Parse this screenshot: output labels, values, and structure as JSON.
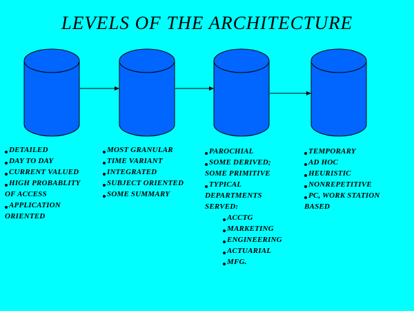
{
  "title": "LEVELS OF THE ARCHITECTURE",
  "colors": {
    "background": "#00ffff",
    "cylinder_fill": "#0066ff",
    "cylinder_stroke": "#000000",
    "arrow": "#000000"
  },
  "levels": [
    {
      "items": [
        "DETAILED",
        "DAY TO DAY",
        "CURRENT VALUED",
        "HIGH PROBABLITY",
        "OF ACCESS",
        "APPLICATION",
        "ORIENTED"
      ]
    },
    {
      "items": [
        "MOST GRANULAR",
        "TIME VARIANT",
        "INTEGRATED",
        "SUBJECT ORIENTED",
        "SOME SUMMARY"
      ]
    },
    {
      "items": [
        "PAROCHIAL",
        "SOME DERIVED;",
        "SOME PRIMITIVE",
        "TYPICAL",
        "DEPARTMENTS",
        "SERVED:",
        "ACCTG",
        "MARKETING",
        "ENGINEERING",
        "ACTUARIAL",
        "MFG."
      ]
    },
    {
      "items": [
        "TEMPORARY",
        "AD HOC",
        "HEURISTIC",
        "NONREPETITIVE",
        "PC, WORK STATION",
        "BASED"
      ]
    }
  ]
}
